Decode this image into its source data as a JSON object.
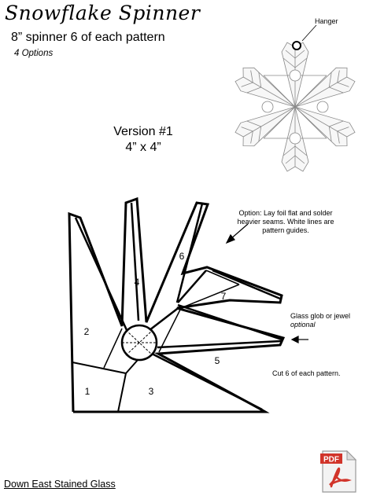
{
  "header": {
    "title": "Snowflake Spinner",
    "subtitle": "8” spinner 6 of each pattern",
    "options": "4 Options"
  },
  "diagram": {
    "hanger_label": "Hanger",
    "version_title": "Version #1",
    "version_size": "4” x 4”",
    "note_foil": "Option: Lay foil flat and solder heavier seams. White lines are pattern guides.",
    "note_glob_main": "Glass glob or jewel",
    "note_glob_sub": "optional",
    "note_cut": "Cut 6 of each pattern.",
    "piece_numbers": [
      "1",
      "2",
      "3",
      "4",
      "5",
      "6",
      "7"
    ]
  },
  "footer": {
    "company": "Down East Stained Glass"
  },
  "badge": {
    "label": "PDF",
    "icon": "pdf-file-icon",
    "color": "#d1342a"
  }
}
